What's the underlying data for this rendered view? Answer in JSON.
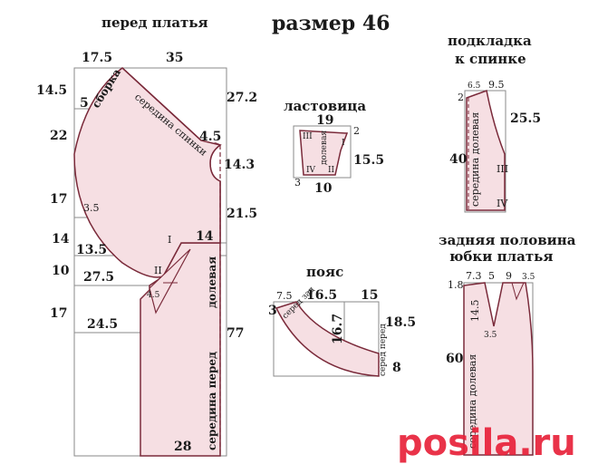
{
  "header": {
    "size_title": "размер 46"
  },
  "front": {
    "title": "перед платья",
    "top_left": "17.5",
    "top_mid": "35",
    "l_14_5": "14.5",
    "l_22": "22",
    "l_17a": "17",
    "l_14": "14",
    "l_10": "10",
    "l_17b": "17",
    "r_27_2": "27.2",
    "r_4_5": "4.5",
    "r_14_3": "14.3",
    "r_21_5": "21.5",
    "r_77": "77",
    "in_5": "5",
    "in_3_5": "3.5",
    "in_13_5": "13.5",
    "in_27_5": "27.5",
    "in_24_5": "24.5",
    "in_14": "14",
    "in_4_5": "4.5",
    "in_28": "28",
    "roman_I": "I",
    "roman_II": "II",
    "sborka": "сборка",
    "seredina_spinki": "середина спинки",
    "grain": "долевая",
    "center_front": "середина    перед"
  },
  "gusset": {
    "title": "ластовица",
    "top": "19",
    "bottom": "10",
    "right_top": "2",
    "right": "15.5",
    "left_bottom": "3",
    "r_III": "III",
    "r_I": "I",
    "r_IV": "IV",
    "r_II": "II",
    "grain": "долевая"
  },
  "belt": {
    "title": "пояс",
    "n_7_5": "7.5",
    "n_16_5": "16.5",
    "n_15": "15",
    "n_3": "3",
    "n_16_7": "16.7",
    "n_18_5": "18.5",
    "n_8": "8",
    "sered_zad": "серед зад",
    "sered_pered": "серед перед"
  },
  "lining": {
    "title_1": "подкладка",
    "title_2": "к спинке",
    "n_6_5": "6.5",
    "n_9_5": "9.5",
    "n_2": "2",
    "n_25_5": "25.5",
    "n_40": "40",
    "r_III": "III",
    "r_IV": "IV",
    "side": "середина долевая"
  },
  "skirt": {
    "title_1": "задняя половина",
    "title_2": "юбки платья",
    "n_1_8": "1.8",
    "n_7_3": "7.3",
    "n_5": "5",
    "n_9": "9",
    "n_3_5": "3.5",
    "n_14_5": "14.5",
    "n_3_5b": "3.5",
    "n_60": "60",
    "side": "середина  долевая"
  },
  "watermark": {
    "text": "posila.ru",
    "color": "#e8223a"
  },
  "colors": {
    "fill": "#f6dfe3",
    "outline": "#7a2a3a",
    "grid": "#888888"
  }
}
